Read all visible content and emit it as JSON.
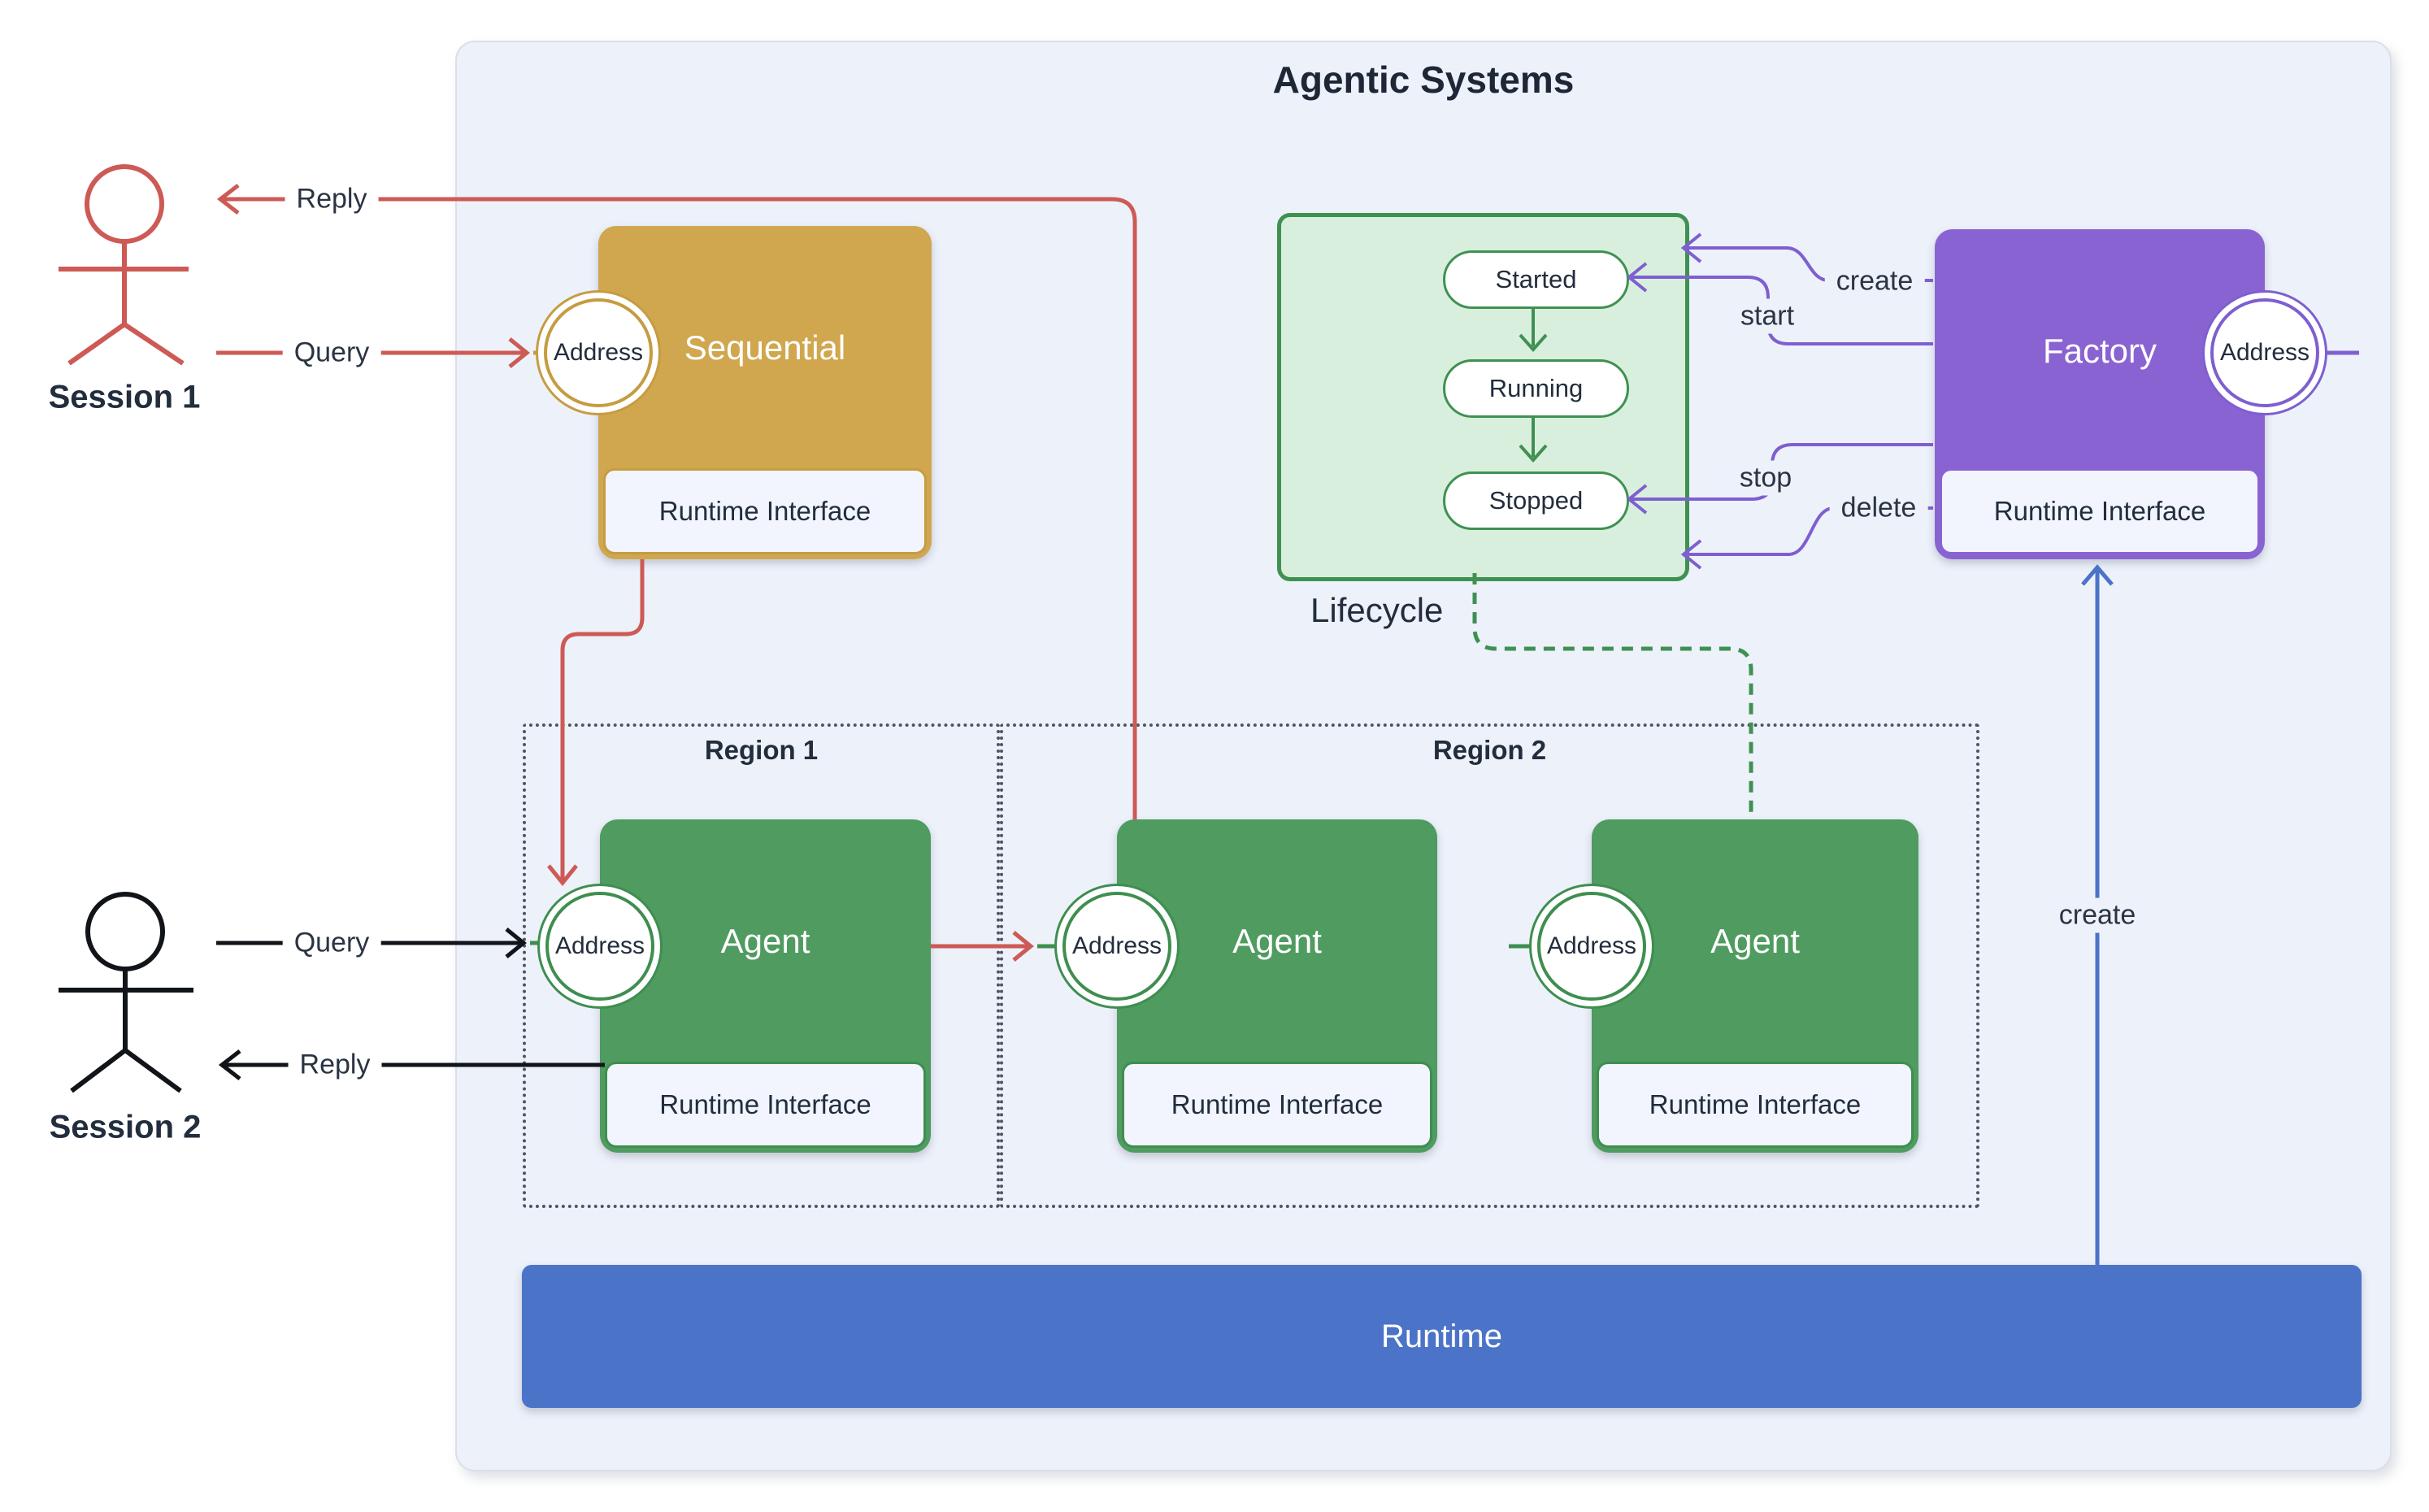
{
  "title": "Agentic Systems",
  "colors": {
    "red": "#cd5a55",
    "gold": "#d0a74f",
    "agent_green": "#4f9b60",
    "lifecycle_fill": "#d9efdd",
    "lifecycle_border": "#3f9152",
    "factory_purple": "#8a63d2",
    "purple_line": "#7e5fd0",
    "runtime_blue": "#4b73c8",
    "panel_bg": "#edf1fa"
  },
  "sessions": [
    {
      "label": "Session 1",
      "reply": "Reply",
      "query": "Query"
    },
    {
      "label": "Session 2",
      "query": "Query",
      "reply": "Reply"
    }
  ],
  "sequential": {
    "title": "Sequential",
    "address": "Address",
    "runtime_interface": "Runtime Interface"
  },
  "lifecycle": {
    "title": "Lifecycle",
    "states": [
      "Started",
      "Running",
      "Stopped"
    ]
  },
  "factory": {
    "title": "Factory",
    "address": "Address",
    "runtime_interface": "Runtime Interface"
  },
  "factory_ops": {
    "create": "create",
    "start": "start",
    "stop": "stop",
    "delete": "delete"
  },
  "regions": [
    {
      "label": "Region 1"
    },
    {
      "label": "Region 2"
    }
  ],
  "agents": [
    {
      "title": "Agent",
      "address": "Address",
      "runtime_interface": "Runtime Interface"
    },
    {
      "title": "Agent",
      "address": "Address",
      "runtime_interface": "Runtime Interface"
    },
    {
      "title": "Agent",
      "address": "Address",
      "runtime_interface": "Runtime Interface"
    }
  ],
  "runtime_bar": {
    "label": "Runtime",
    "create": "create"
  }
}
